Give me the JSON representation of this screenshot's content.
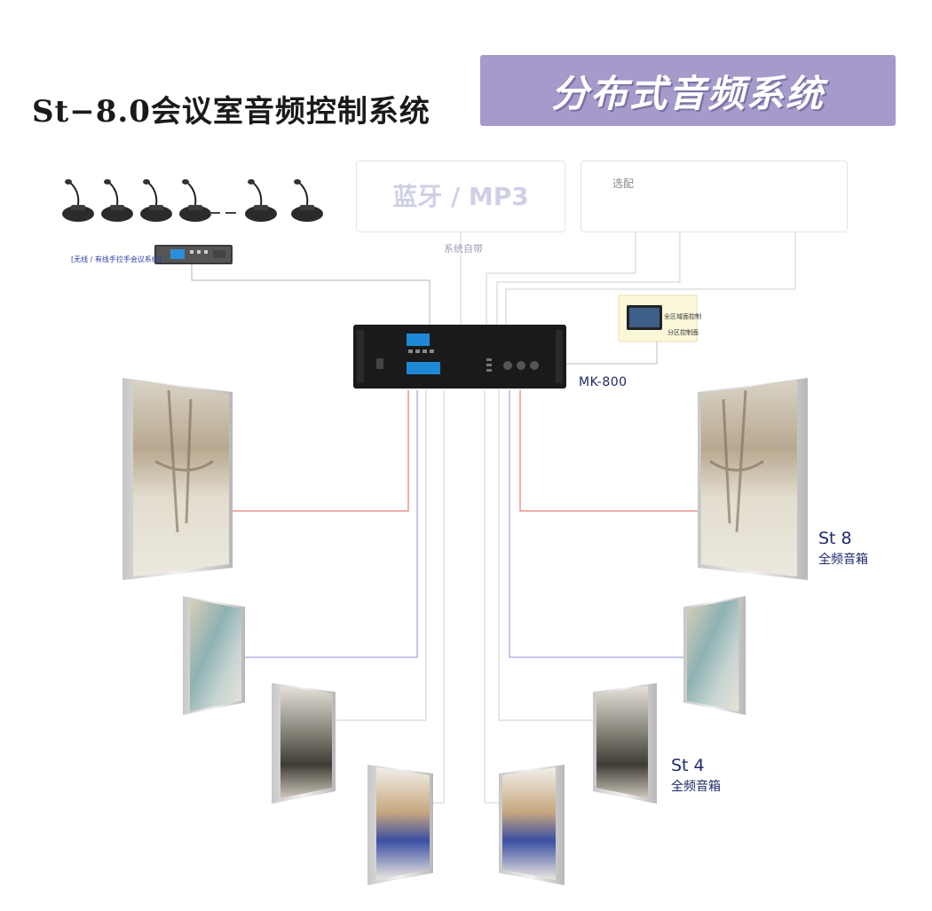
{
  "title": "St−8.0会议室音频控制系统",
  "banner": "分布式音频系统",
  "sources": {
    "bluetooth": "蓝牙 / MP3",
    "bluetooth_note": "系统自带",
    "optional_label": "选配"
  },
  "mic_system_caption": "[无线 / 有线手拉手会议系统]",
  "controller_label": "MK-800",
  "panel_caption": "全区域面控制",
  "panel_caption_2": "分区控制面",
  "speakers": {
    "large": {
      "model": "St 8",
      "desc": "全频音箱"
    },
    "small": {
      "model": "St 4",
      "desc": "全频音箱"
    }
  },
  "colors": {
    "banner": "#a59ac9",
    "wire_red": "#e35b5b",
    "wire_blue": "#8f93d6",
    "wire_gray": "#c9c9c9",
    "label_navy": "#1e2a6b"
  }
}
